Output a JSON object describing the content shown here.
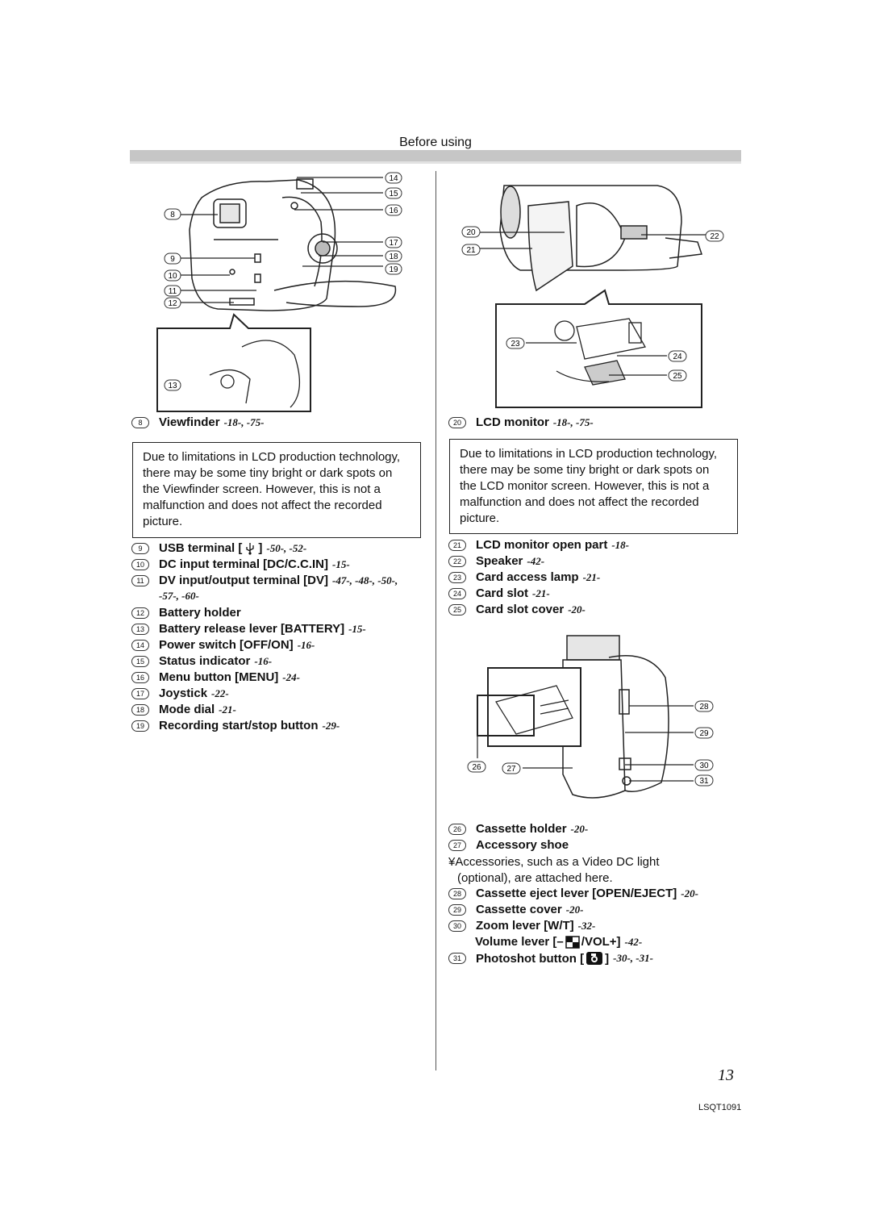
{
  "header": {
    "section": "Before using"
  },
  "figure_left": {
    "callouts": [
      "8",
      "9",
      "10",
      "11",
      "12",
      "13",
      "14",
      "15",
      "16",
      "17",
      "18",
      "19"
    ]
  },
  "figure_right_top": {
    "callouts": [
      "20",
      "21",
      "22",
      "23",
      "24",
      "25"
    ]
  },
  "figure_right_bottom": {
    "callouts": [
      "26",
      "27",
      "28",
      "29",
      "30",
      "31"
    ]
  },
  "left": {
    "viewfinder": {
      "num": "8",
      "label": "Viewfinder",
      "ref": "-18-, -75-"
    },
    "note": "Due to limitations in LCD production technology, there may be some tiny bright or dark spots on the Viewfinder screen. However, this is not a malfunction and does not affect the recorded picture.",
    "items": [
      {
        "num": "9",
        "label": "USB terminal [",
        "label_after": "]",
        "ref": "-50-, -52-"
      },
      {
        "num": "10",
        "label": "DC input terminal [DC/C.C.IN]",
        "ref": "-15-"
      },
      {
        "num": "11",
        "label": "DV input/output terminal [DV]",
        "ref": "-47-, -48-, -50-,"
      },
      {
        "num": "",
        "label": "",
        "ref": "-57-, -60-"
      },
      {
        "num": "12",
        "label": "Battery holder",
        "ref": ""
      },
      {
        "num": "13",
        "label": "Battery release lever [BATTERY]",
        "ref": "-15-"
      },
      {
        "num": "14",
        "label": "Power switch [OFF/ON]",
        "ref": "-16-"
      },
      {
        "num": "15",
        "label": "Status indicator",
        "ref": "-16-"
      },
      {
        "num": "16",
        "label": "Menu button [MENU]",
        "ref": "-24-"
      },
      {
        "num": "17",
        "label": "Joystick",
        "ref": "-22-"
      },
      {
        "num": "18",
        "label": "Mode dial",
        "ref": "-21-"
      },
      {
        "num": "19",
        "label": "Recording start/stop button",
        "ref": "-29-"
      }
    ]
  },
  "right": {
    "lcd": {
      "num": "20",
      "label": "LCD monitor",
      "ref": "-18-, -75-"
    },
    "note": "Due to limitations in LCD production technology, there may be some tiny bright or dark spots on the LCD monitor screen. However, this is not a malfunction and does not affect the recorded picture.",
    "items_a": [
      {
        "num": "21",
        "label": "LCD monitor open part",
        "ref": "-18-"
      },
      {
        "num": "22",
        "label": "Speaker",
        "ref": "-42-"
      },
      {
        "num": "23",
        "label": "Card access lamp",
        "ref": "-21-"
      },
      {
        "num": "24",
        "label": "Card slot",
        "ref": "-21-"
      },
      {
        "num": "25",
        "label": "Card slot cover",
        "ref": "-20-"
      }
    ],
    "items_b": [
      {
        "num": "26",
        "label": "Cassette holder",
        "ref": "-20-"
      },
      {
        "num": "27",
        "label": "Accessory shoe",
        "ref": ""
      }
    ],
    "accessory_note_1": "¥Accessories, such as a Video DC light",
    "accessory_note_2": "(optional), are attached here.",
    "items_c": [
      {
        "num": "28",
        "label": "Cassette eject lever [OPEN/EJECT]",
        "ref": "-20-"
      },
      {
        "num": "29",
        "label": "Cassette cover",
        "ref": "-20-"
      },
      {
        "num": "30",
        "label": "Zoom lever [W/T]",
        "ref": "-32-"
      }
    ],
    "volume": {
      "label_a": "Volume lever [–",
      "label_b": "/VOL+]",
      "ref": "-42-"
    },
    "photoshot": {
      "num": "31",
      "label": "Photoshot button [",
      "label_after": "]",
      "ref": "-30-, -31-"
    }
  },
  "footer": {
    "page": "13",
    "code": "LSQT1091"
  }
}
